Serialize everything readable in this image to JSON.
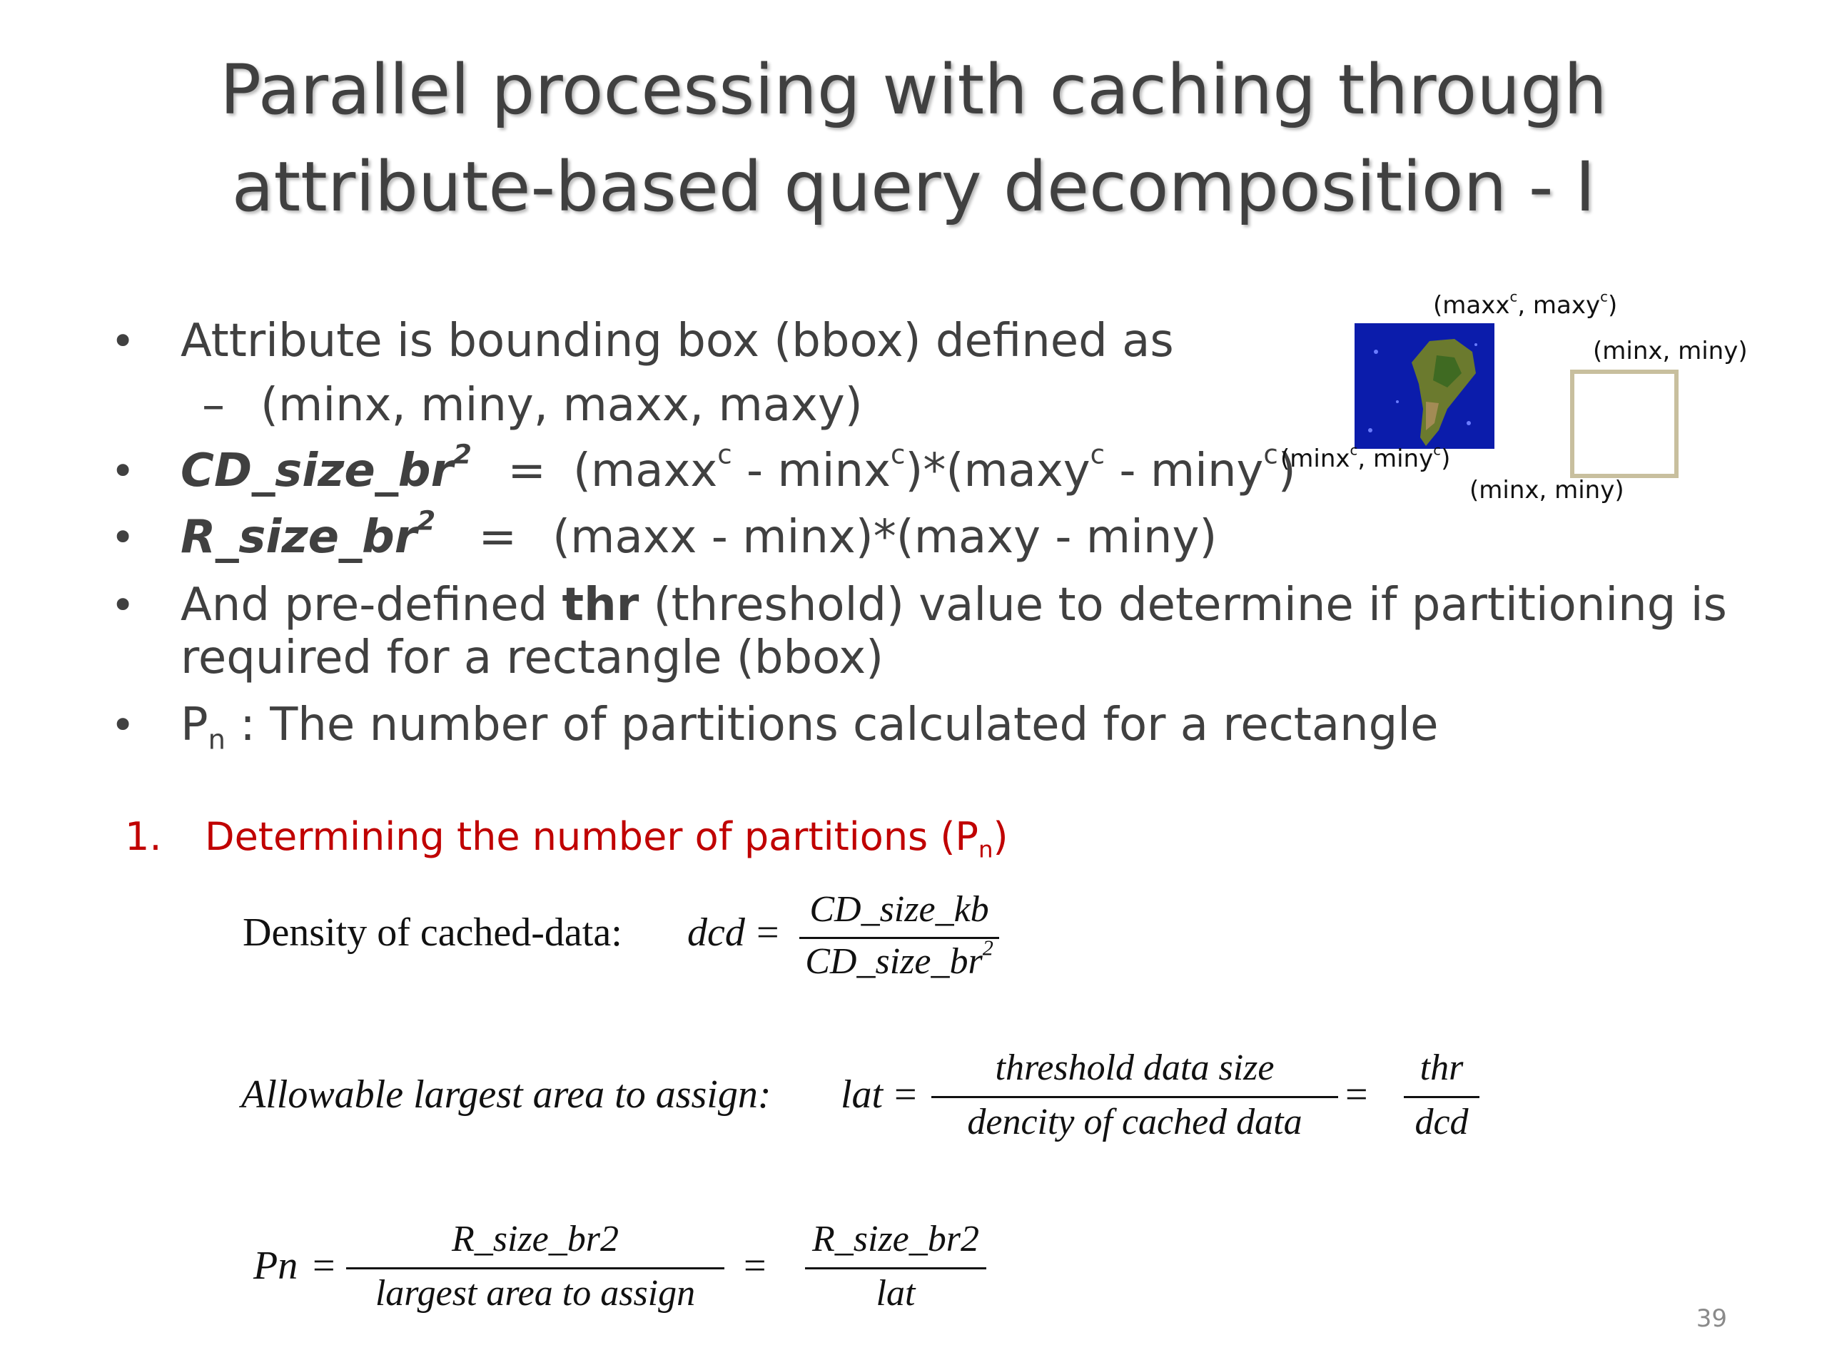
{
  "title": {
    "line1": "Parallel processing with caching through",
    "line2": "attribute-based query decomposition - I"
  },
  "bullets": {
    "b1": "Attribute is bounding box (bbox) defined as",
    "b1_sub_dash": "–",
    "b1_sub": "(minx, miny, maxx, maxy)",
    "b2_term": "CD_size_br",
    "b2_exp": "2",
    "b2_eq": "=",
    "b2_p1": "(maxx",
    "b2_c1": "c",
    "b2_p2": " - minx",
    "b2_c2": "c",
    "b2_p3": ")*(maxy",
    "b2_c3": "c",
    "b2_p4": " - miny",
    "b2_c4": "c",
    "b2_p5": ")",
    "b3_term": "R_size_br",
    "b3_exp": "2",
    "b3_eq": "=",
    "b3_expr": "(maxx - minx)*(maxy - miny)",
    "b4_pre": "And pre-defined ",
    "b4_bold": "thr",
    "b4_post": " (threshold) value to determine if partitioning is",
    "b4_line2": "required for a rectangle (bbox)",
    "b5_p": "P",
    "b5_sub": "n",
    "b5_text": " : The number of partitions calculated for a rectangle"
  },
  "diagram": {
    "cached_top_label": "(maxx",
    "cached_top_c1": "c",
    "cached_top_mid": ", maxy",
    "cached_top_c2": "c",
    "cached_top_end": ")",
    "cached_bottom_label": "(minx",
    "cached_bottom_c1": "c",
    "cached_bottom_mid": ", miny",
    "cached_bottom_c2": "c",
    "cached_bottom_end": ")",
    "rect_top_label": "(minx, miny)",
    "rect_bottom_label": "(minx, miny)",
    "rect_color": "#c8bf9e"
  },
  "section": {
    "number": "1.",
    "text": "Determining the number of partitions (P",
    "sub": "n",
    "close": ")",
    "color": "#c00000"
  },
  "equations": {
    "dcd_label": "Density of cached-data:",
    "dcd_lhs": "dcd",
    "dcd_eq": "=",
    "dcd_num": "CD_size_kb",
    "dcd_den": "CD_size_br",
    "dcd_den_exp": "2",
    "lat_label": "Allowable largest area to assign:",
    "lat_lhs": "lat",
    "lat_eq": "=",
    "lat_num": "threshold data size",
    "lat_den": "dencity of cached data",
    "lat_eq2": "=",
    "lat_num2": "thr",
    "lat_den2": "dcd",
    "pn_lhs": "Pn",
    "pn_eq": "=",
    "pn_num": "R_size_br2",
    "pn_den": "largest area to assign",
    "pn_eq2": "=",
    "pn_num2": "R_size_br2",
    "pn_den2": "lat"
  },
  "page_number": "39"
}
